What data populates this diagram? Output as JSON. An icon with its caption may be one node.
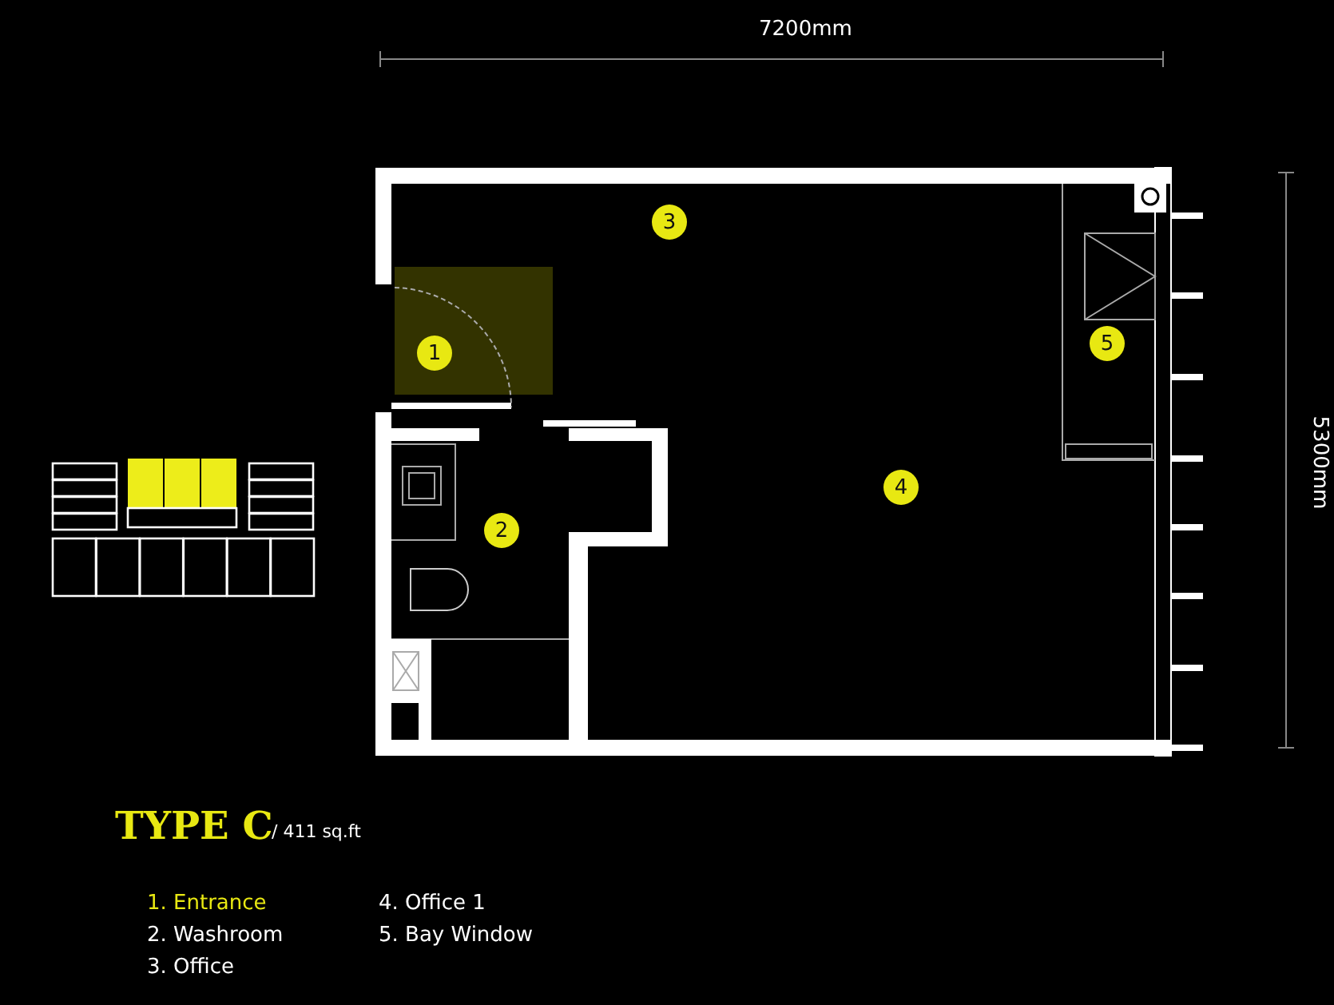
{
  "diagram": {
    "title": "TYPE C",
    "nodes": [
      {
        "text": [
          "1"
        ]
      },
      {
        "text": [
          "2"
        ]
      },
      {
        "text": [
          "3"
        ]
      },
      {
        "text": [
          "4"
        ]
      },
      {
        "text": [
          "5"
        ]
      }
    ],
    "edges": [],
    "labels": [
      "7200mm",
      "5300mm",
      "/ 411 sq.ft",
      "1. Entrance",
      "2. Washroom",
      "3. Office",
      "4. Office 1",
      "5. Bay Window"
    ]
  }
}
